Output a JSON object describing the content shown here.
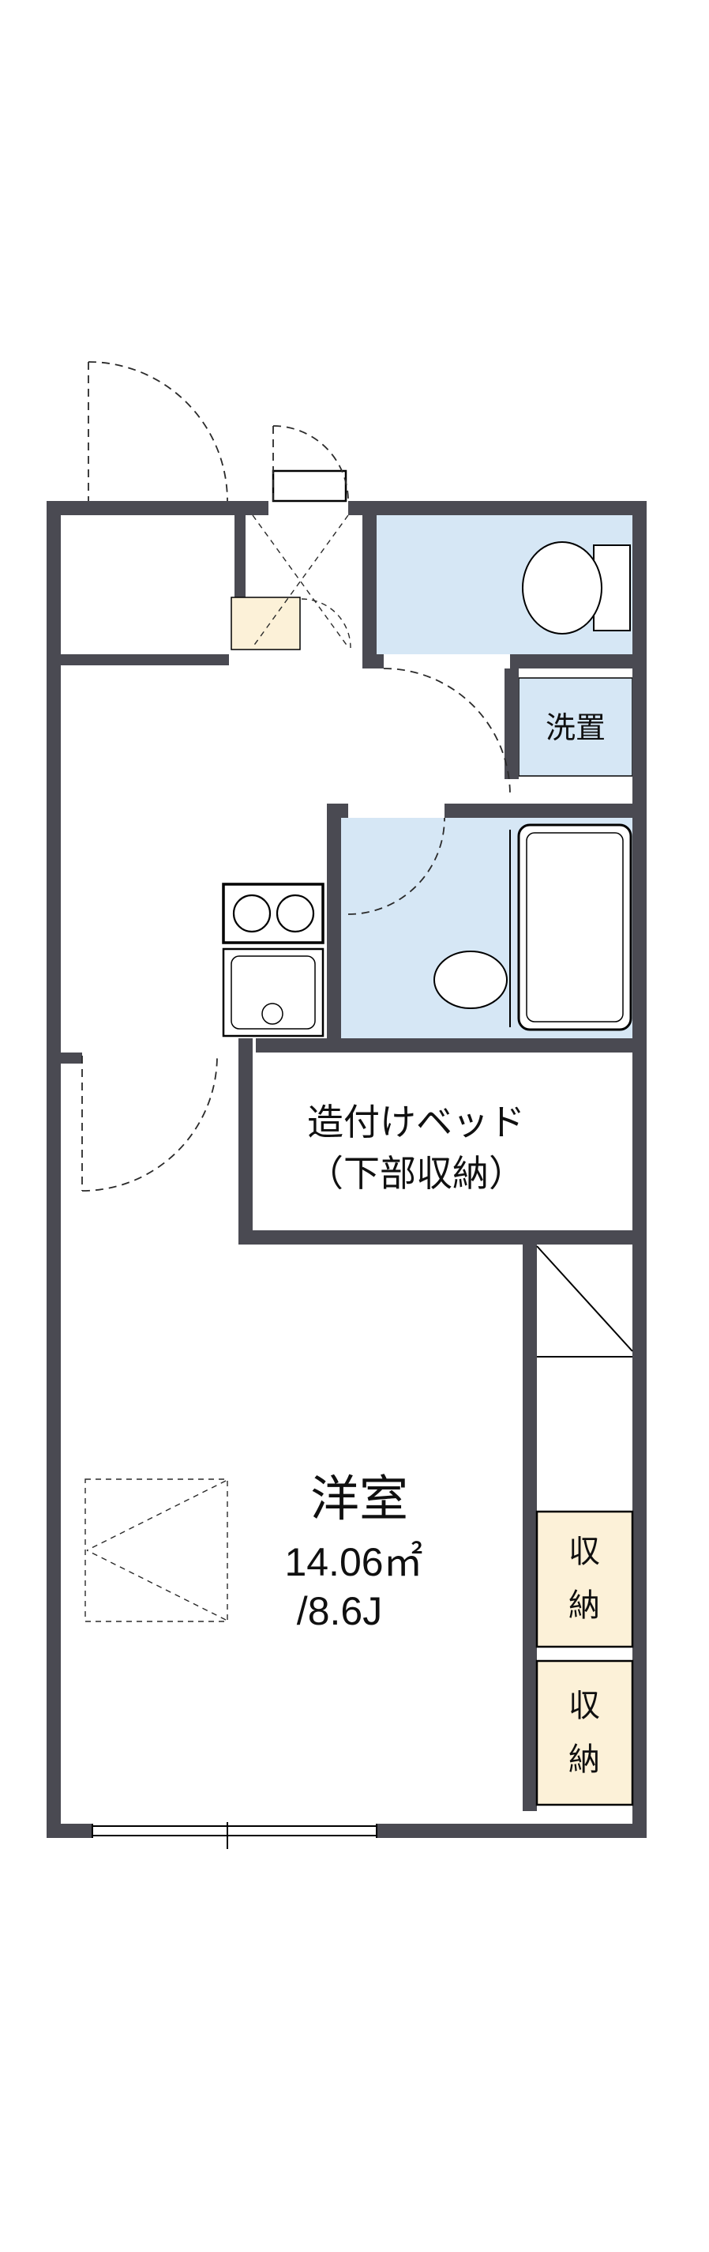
{
  "page": {
    "type": "apartment-floor-plan"
  },
  "colors": {
    "background": "#ffffff",
    "wall": "#4a4a52",
    "room_blue": "#d6e7f5",
    "storage_cream": "#fcf1d8",
    "line": "#000000",
    "dash": "#2a2a2a"
  },
  "labels": {
    "washer": "洗置",
    "bed_line1": "造付けベッド",
    "bed_line2": "（下部収納）",
    "room_name": "洋室",
    "room_area_sqm": "14.06㎡",
    "room_area_jo": "/8.6J"
  },
  "storages": [
    {
      "label": "収納",
      "chars": [
        "収",
        "納"
      ]
    },
    {
      "label": "収納",
      "chars": [
        "収",
        "納"
      ]
    }
  ]
}
